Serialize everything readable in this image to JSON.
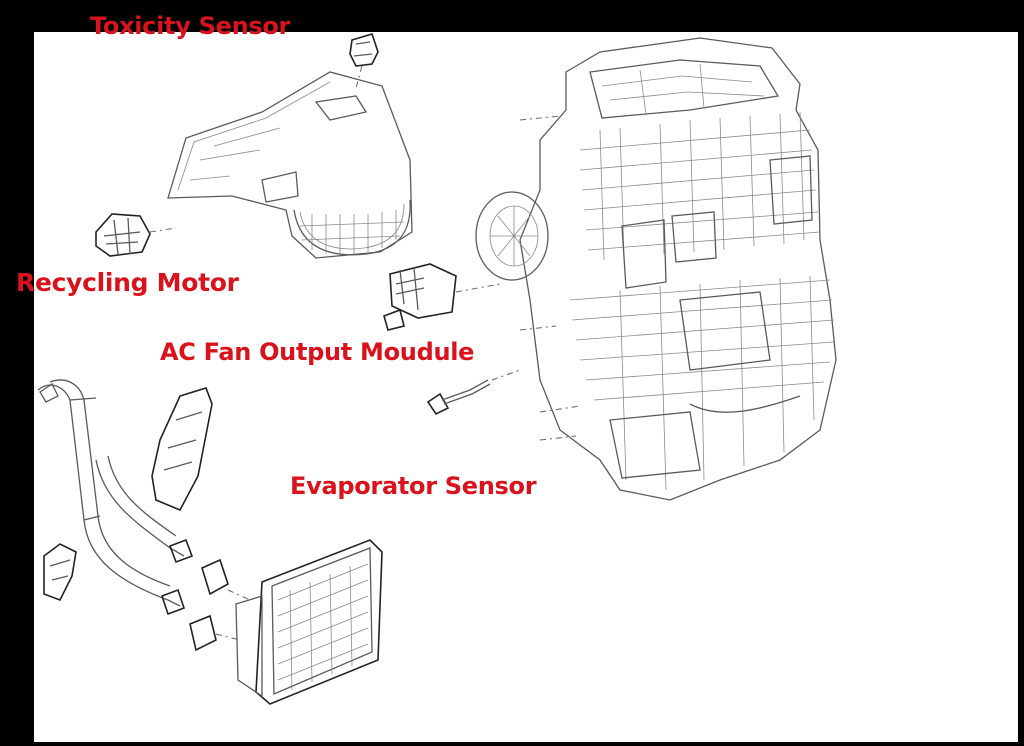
{
  "labels": {
    "toxicity_sensor": "Toxicity Sensor",
    "recycling_motor": "Recycling Motor",
    "ac_fan_output_module": "AC Fan Output Moudule",
    "evaporator_sensor": "Evaporator Sensor"
  },
  "colors": {
    "background": "#000000",
    "panel": "#ffffff",
    "label": "#d9121b",
    "line": "#5a5a5a"
  }
}
